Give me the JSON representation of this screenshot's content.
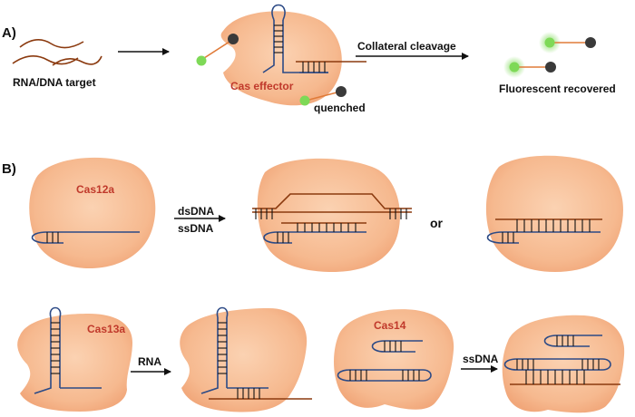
{
  "panels": {
    "a": "A)",
    "b": "B)"
  },
  "panel_a": {
    "target_label": "RNA/DNA target",
    "effector_label": "Cas effector",
    "quenched_label": "quenched",
    "cleavage_label": "Collateral cleavage",
    "recovered_label": "Fluorescent recovered"
  },
  "panel_b": {
    "cas12a_label": "Cas12a",
    "dsdna_label": "dsDNA",
    "ssdna_label": "ssDNA",
    "or_label": "or",
    "cas13a_label": "Cas13a",
    "rna_label": "RNA",
    "cas14_label": "Cas14",
    "cas14_arrow_label": "ssDNA"
  },
  "colors": {
    "protein": "#f6b98f",
    "rna_strand": "#2c4a86",
    "target_strand": "#8b3a0f",
    "label_red": "#c0392b",
    "fluor_green": "#7ed957",
    "quencher": "#3a3a3a"
  }
}
